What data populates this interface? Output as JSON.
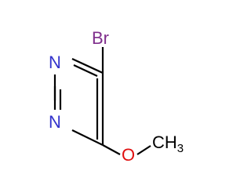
{
  "molecule": {
    "atoms": {
      "bromine": {
        "label": "Br",
        "color": "#7f2e8c"
      },
      "nitrogen_top": {
        "label": "N",
        "color": "#3333cc"
      },
      "nitrogen_bottom": {
        "label": "N",
        "color": "#3333cc"
      },
      "oxygen": {
        "label": "O",
        "color": "#e01010"
      },
      "methyl": {
        "label": "CH",
        "subscript": "3",
        "color": "#000000"
      }
    },
    "bond_color": "#000000"
  }
}
